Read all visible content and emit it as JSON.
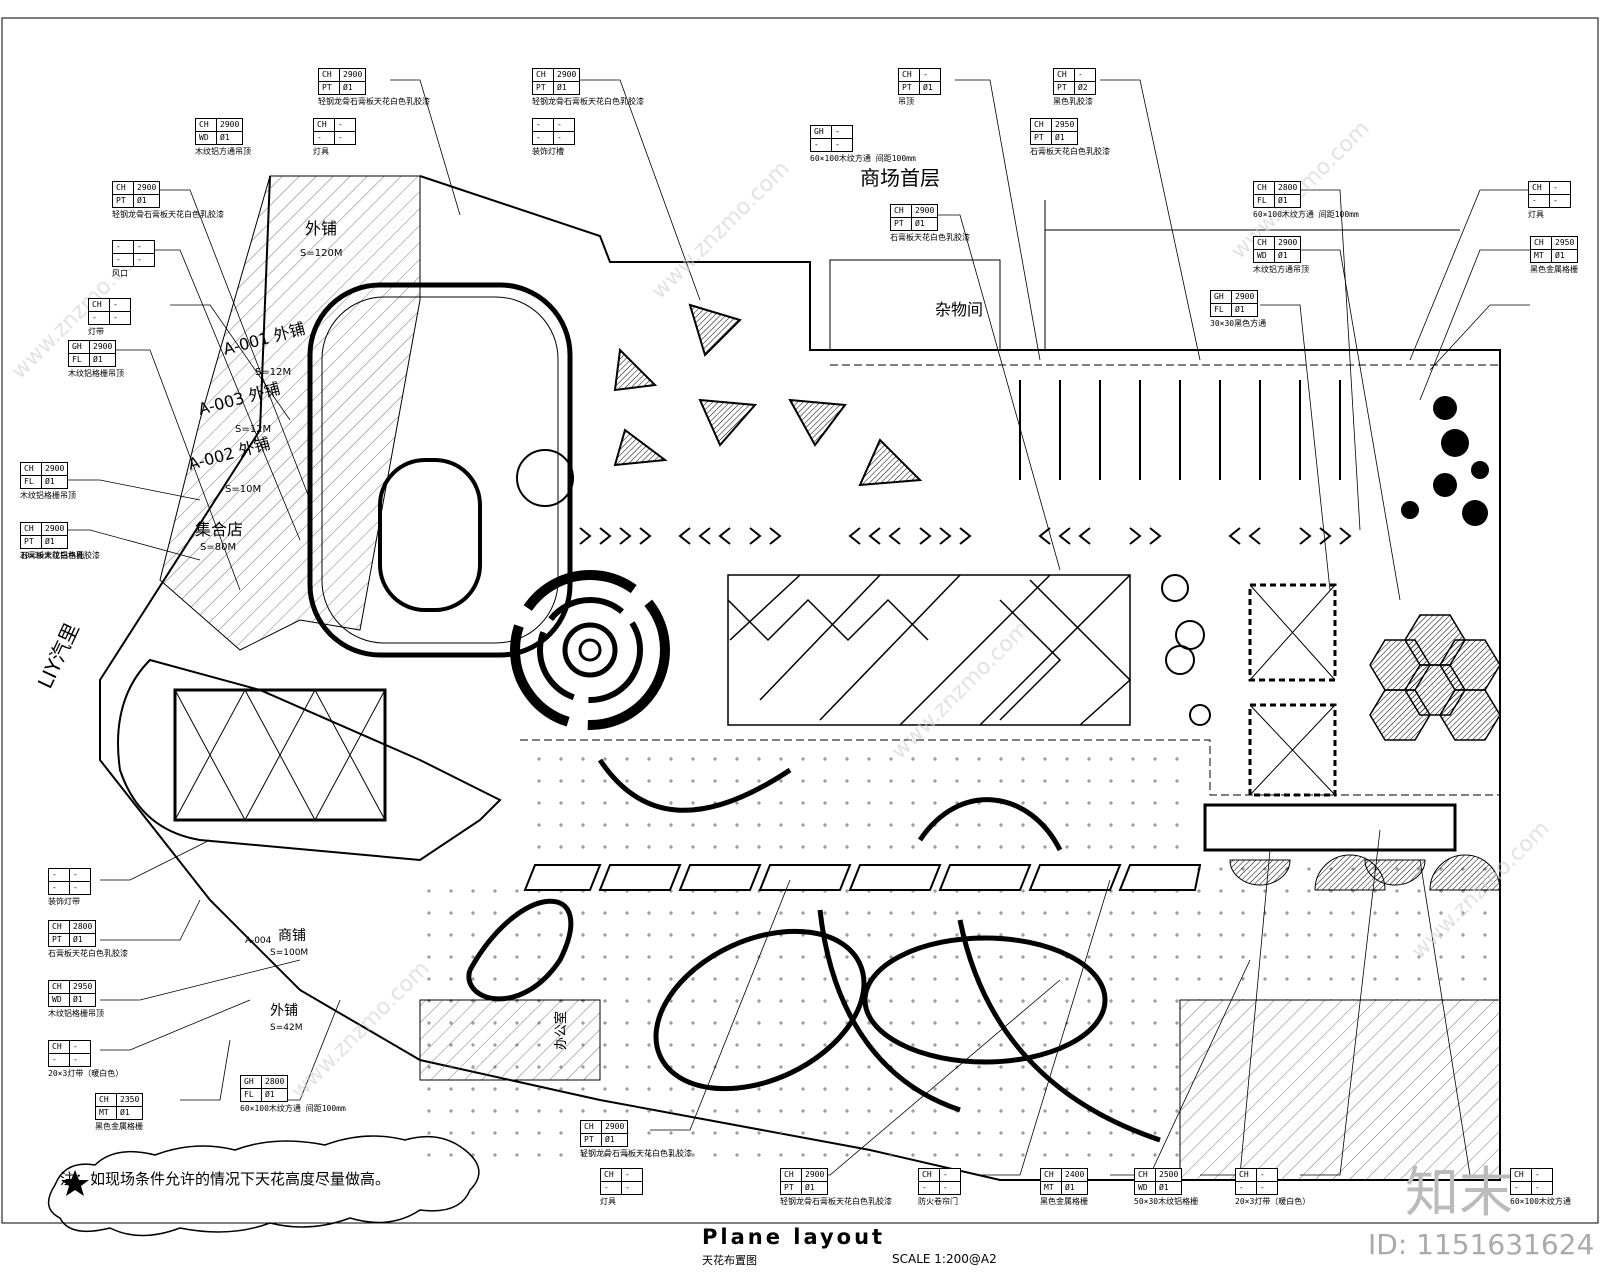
{
  "drawing": {
    "title": "Plane layout",
    "subtitle": "天花布置图",
    "scale": "SCALE 1:200@A2",
    "note": "注：如现场条件允许的情况下天花高度尽量做高。",
    "watermark_brand": "知末",
    "watermark_id": "ID: 1151631624",
    "watermark_url": "www.znzmo.com"
  },
  "rooms": {
    "shop_top": "外铺",
    "shop_top_area": "S=120M",
    "shop_a001": "A-001 外铺",
    "shop_a001_area": "S=12M",
    "shop_a003": "A-003 外铺",
    "shop_a003_area": "S=12M",
    "shop_a002": "A-002 外铺",
    "shop_a002_area": "S=10M",
    "combo_store": "集合店",
    "combo_store_area": "S=80M",
    "storage": "杂物间",
    "shop_a004": "商铺",
    "shop_a004_code": "A-004",
    "shop_a004_area": "S=100M",
    "shop_bottom": "外铺",
    "shop_bottom_area": "S=42M",
    "top_hall": "商场首层",
    "side_label": "LIY汽里",
    "office": "办公室"
  },
  "tags": [
    {
      "r1": [
        "CH",
        "2900"
      ],
      "r2": [
        "PT",
        "Ø1"
      ],
      "cap": "轻钢龙骨石膏板天花白色乳胶漆"
    },
    {
      "r1": [
        "CH",
        "2900"
      ],
      "r2": [
        "PT",
        "Ø1"
      ],
      "cap": "轻钢龙骨石膏板天花白色乳胶漆"
    },
    {
      "r1": [
        "CH",
        "-"
      ],
      "r2": [
        "PT",
        "Ø1"
      ],
      "cap": "吊顶"
    },
    {
      "r1": [
        "CH",
        "-"
      ],
      "r2": [
        "PT",
        "Ø2"
      ],
      "cap": "黑色乳胶漆"
    },
    {
      "r1": [
        "CH",
        "2900"
      ],
      "r2": [
        "WD",
        "Ø1"
      ],
      "cap": "木纹铝方通吊顶"
    },
    {
      "r1": [
        "CH",
        "-"
      ],
      "r2": [
        "-",
        "-"
      ],
      "cap": "灯具"
    },
    {
      "r1": [
        "-",
        "-"
      ],
      "r2": [
        "-",
        "-"
      ],
      "cap": "装饰灯槽"
    },
    {
      "r1": [
        "GH",
        "-"
      ],
      "r2": [
        "-",
        "-"
      ],
      "cap": "60×100木纹方通 间距100mm"
    },
    {
      "r1": [
        "CH",
        "2950"
      ],
      "r2": [
        "PT",
        "Ø1"
      ],
      "cap": "石膏板天花白色乳胶漆"
    },
    {
      "r1": [
        "CH",
        "2900"
      ],
      "r2": [
        "PT",
        "Ø1"
      ],
      "cap": "轻钢龙骨石膏板天花白色乳胶漆"
    },
    {
      "r1": [
        "-",
        "-"
      ],
      "r2": [
        "-",
        "-"
      ],
      "cap": "风口"
    },
    {
      "r1": [
        "CH",
        "2900"
      ],
      "r2": [
        "PT",
        "Ø1"
      ],
      "cap": "石膏板天花白色乳胶漆"
    },
    {
      "r1": [
        "CH",
        "-"
      ],
      "r2": [
        "-",
        "-"
      ],
      "cap": "灯具"
    },
    {
      "r1": [
        "CH",
        "2950"
      ],
      "r2": [
        "MT",
        "Ø1"
      ],
      "cap": "黑色金属格栅"
    },
    {
      "r1": [
        "CH",
        "2800"
      ],
      "r2": [
        "FL",
        "Ø1"
      ],
      "cap": "60×100木纹方通 间距100mm"
    },
    {
      "r1": [
        "CH",
        "2900"
      ],
      "r2": [
        "WD",
        "Ø1"
      ],
      "cap": "木纹铝方通吊顶"
    },
    {
      "r1": [
        "GH",
        "2900"
      ],
      "r2": [
        "FL",
        "Ø1"
      ],
      "cap": "30×30黑色方通"
    },
    {
      "r1": [
        "CH",
        "-"
      ],
      "r2": [
        "-",
        "-"
      ],
      "cap": "灯带"
    },
    {
      "r1": [
        "GH",
        "2900"
      ],
      "r2": [
        "FL",
        "Ø1"
      ],
      "cap": "木纹铝格栅吊顶"
    },
    {
      "r1": [
        "CH",
        "2900"
      ],
      "r2": [
        "FL",
        "Ø1"
      ],
      "cap": "木纹铝格栅吊顶"
    },
    {
      "r1": [
        "CH",
        "2900"
      ],
      "r2": [
        "WD",
        "Ø1"
      ],
      "cap": "30×30木纹铝格栅"
    },
    {
      "r1": [
        "CH",
        "2900"
      ],
      "r2": [
        "PT",
        "Ø1"
      ],
      "cap": "石膏板天花白色乳胶漆"
    },
    {
      "r1": [
        "-",
        "-"
      ],
      "r2": [
        "-",
        "-"
      ],
      "cap": "装饰灯带"
    },
    {
      "r1": [
        "CH",
        "2800"
      ],
      "r2": [
        "PT",
        "Ø1"
      ],
      "cap": "石膏板天花白色乳胶漆"
    },
    {
      "r1": [
        "CH",
        "2950"
      ],
      "r2": [
        "WD",
        "Ø1"
      ],
      "cap": "木纹铝格栅吊顶"
    },
    {
      "r1": [
        "CH",
        "-"
      ],
      "r2": [
        "-",
        "-"
      ],
      "cap": "20×3灯带（暖白色）"
    },
    {
      "r1": [
        "GH",
        "2800"
      ],
      "r2": [
        "FL",
        "Ø1"
      ],
      "cap": "60×100木纹方通 间距100mm"
    },
    {
      "r1": [
        "CH",
        "2350"
      ],
      "r2": [
        "MT",
        "Ø1"
      ],
      "cap": "黑色金属格栅"
    },
    {
      "r1": [
        "CH",
        "2900"
      ],
      "r2": [
        "PT",
        "Ø1"
      ],
      "cap": "轻钢龙骨石膏板天花白色乳胶漆"
    },
    {
      "r1": [
        "CH",
        "-"
      ],
      "r2": [
        "-",
        "-"
      ],
      "cap": "灯具"
    },
    {
      "r1": [
        "CH",
        "2900"
      ],
      "r2": [
        "PT",
        "Ø1"
      ],
      "cap": "轻钢龙骨石膏板天花白色乳胶漆"
    },
    {
      "r1": [
        "CH",
        "-"
      ],
      "r2": [
        "-",
        "-"
      ],
      "cap": "防火卷帘门"
    },
    {
      "r1": [
        "CH",
        "2400"
      ],
      "r2": [
        "MT",
        "Ø1"
      ],
      "cap": "黑色金属格栅"
    },
    {
      "r1": [
        "CH",
        "2500"
      ],
      "r2": [
        "WD",
        "Ø1"
      ],
      "cap": "50×30木纹铝格栅"
    },
    {
      "r1": [
        "CH",
        "-"
      ],
      "r2": [
        "-",
        "-"
      ],
      "cap": "20×3灯带（暖白色）"
    },
    {
      "r1": [
        "CH",
        "-"
      ],
      "r2": [
        "-",
        "-"
      ],
      "cap": "60×100木纹方通"
    }
  ]
}
